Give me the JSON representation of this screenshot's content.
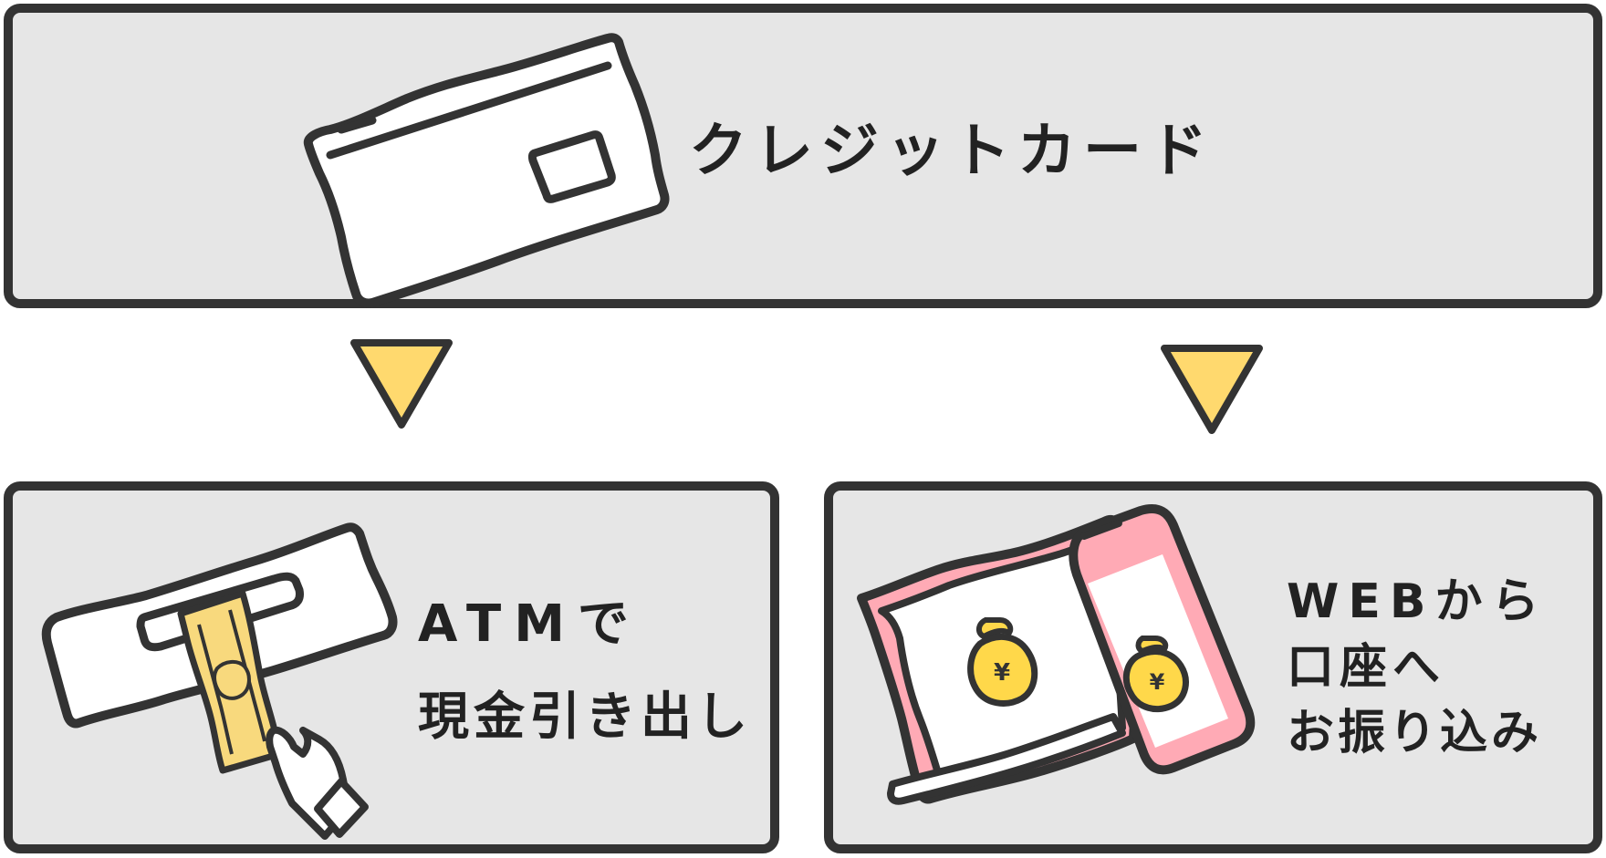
{
  "top": {
    "label": "クレジットカード"
  },
  "left": {
    "line1": "ATMで",
    "line2": "現金引き出し"
  },
  "right": {
    "line1": "WEBから",
    "line2": "口座へ",
    "line3": "お振り込み"
  },
  "icons": {
    "top": "credit-card-icon",
    "left": "atm-cash-withdrawal-icon",
    "right": "web-transfer-icon",
    "arrows": "down-triangle-arrow-icon"
  },
  "colors": {
    "box_fill": "#e6e6e6",
    "outline": "#333333",
    "arrow_fill": "#ffd96e",
    "banknote": "#f8d97d",
    "pink": "#ffaab5",
    "coin": "#ffd84a"
  }
}
